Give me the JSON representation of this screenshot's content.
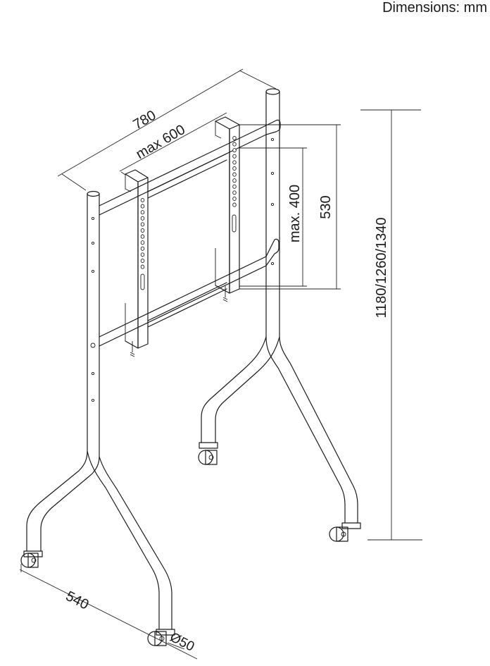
{
  "units_label": "Dimensions: mm",
  "dimensions": {
    "frame_width": "780",
    "vesa_horizontal": "max 600",
    "vesa_vertical": "max. 400",
    "bracket_height": "530",
    "total_height": "1180/1260/1340",
    "base_depth": "540",
    "caster_diameter": "Ø50"
  }
}
